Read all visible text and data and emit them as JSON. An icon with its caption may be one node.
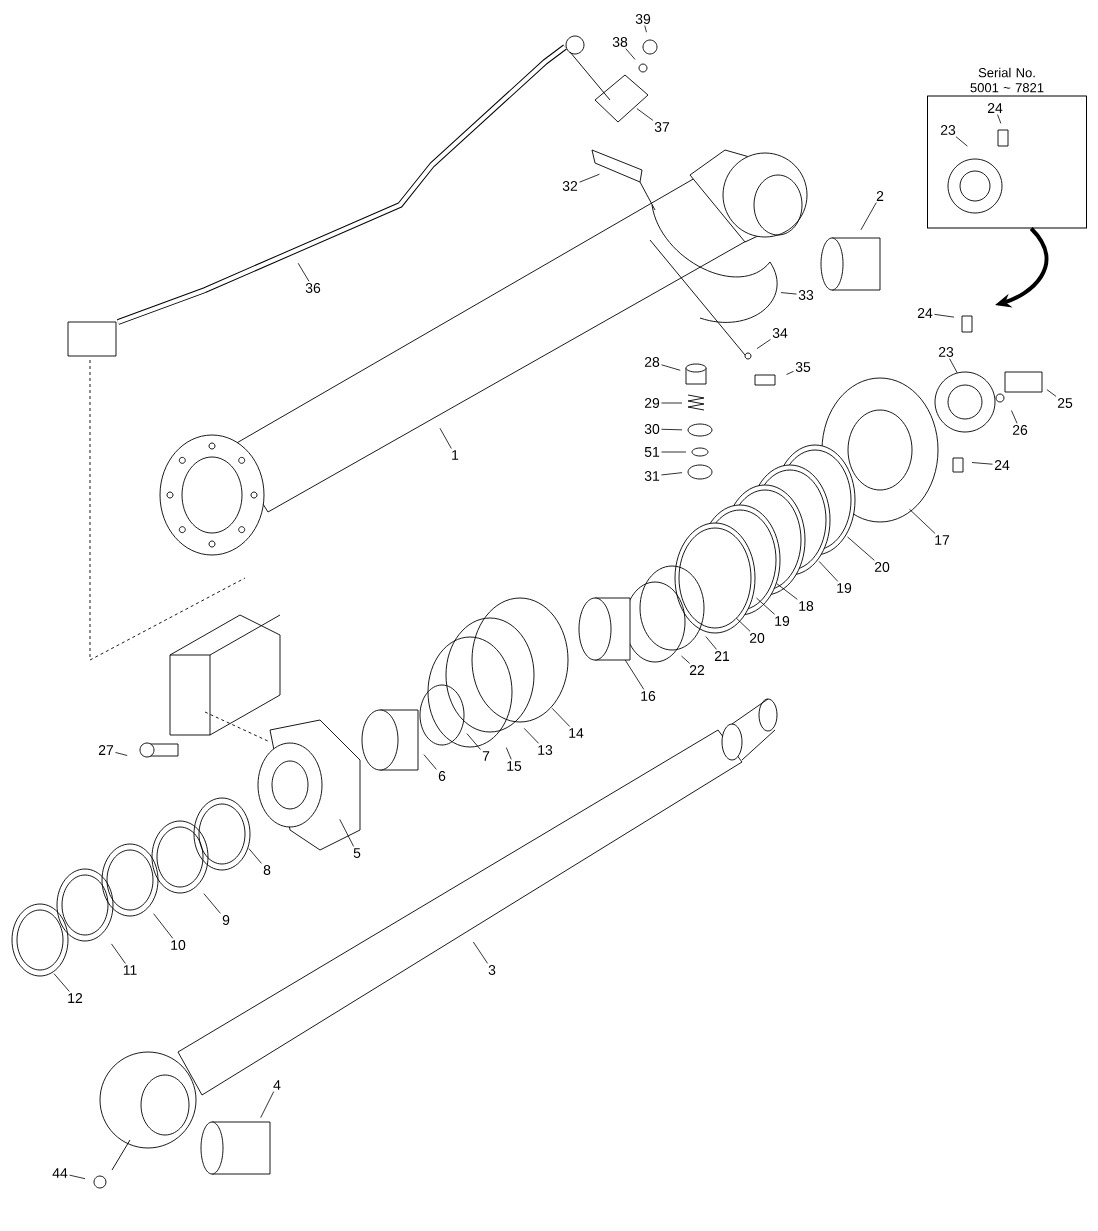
{
  "diagram": {
    "nodes": [
      {
        "text": [
          "Serial No. 5001 ~ 7821"
        ]
      },
      {
        "text": [
          "24"
        ],
        "in": 0
      },
      {
        "text": [
          "23"
        ],
        "in": 0
      },
      {
        "text": [
          "39"
        ]
      },
      {
        "text": [
          "38"
        ]
      },
      {
        "text": [
          "37"
        ]
      },
      {
        "text": [
          "32"
        ]
      },
      {
        "text": [
          "2"
        ]
      },
      {
        "text": [
          "36"
        ]
      },
      {
        "text": [
          "33"
        ]
      },
      {
        "text": [
          "24"
        ]
      },
      {
        "text": [
          "34"
        ]
      },
      {
        "text": [
          "23"
        ]
      },
      {
        "text": [
          "28"
        ]
      },
      {
        "text": [
          "35"
        ]
      },
      {
        "text": [
          "29"
        ]
      },
      {
        "text": [
          "25"
        ]
      },
      {
        "text": [
          "30"
        ]
      },
      {
        "text": [
          "26"
        ]
      },
      {
        "text": [
          "51"
        ]
      },
      {
        "text": [
          "1"
        ]
      },
      {
        "text": [
          "24"
        ]
      },
      {
        "text": [
          "31"
        ]
      },
      {
        "text": [
          "17"
        ]
      },
      {
        "text": [
          "20"
        ]
      },
      {
        "text": [
          "19"
        ]
      },
      {
        "text": [
          "18"
        ]
      },
      {
        "text": [
          "19"
        ]
      },
      {
        "text": [
          "20"
        ]
      },
      {
        "text": [
          "21"
        ]
      },
      {
        "text": [
          "22"
        ]
      },
      {
        "text": [
          "16"
        ]
      },
      {
        "text": [
          "14"
        ]
      },
      {
        "text": [
          "13"
        ]
      },
      {
        "text": [
          "27"
        ]
      },
      {
        "text": [
          "6"
        ]
      },
      {
        "text": [
          "7"
        ]
      },
      {
        "text": [
          "15"
        ]
      },
      {
        "text": [
          "5"
        ]
      },
      {
        "text": [
          "8"
        ]
      },
      {
        "text": [
          "9"
        ]
      },
      {
        "text": [
          "10"
        ]
      },
      {
        "text": [
          "3"
        ]
      },
      {
        "text": [
          "11"
        ]
      },
      {
        "text": [
          "12"
        ]
      },
      {
        "text": [
          "4"
        ]
      },
      {
        "text": [
          "44"
        ]
      }
    ],
    "edges": [
      {
        "from": 0,
        "to": null,
        "arrow": "to",
        "style": "thick"
      },
      {
        "from": 1,
        "to": null,
        "arrow": "none"
      },
      {
        "from": 2,
        "to": null,
        "arrow": "none"
      },
      {
        "from": 3,
        "to": null,
        "arrow": "none"
      },
      {
        "from": 4,
        "to": null,
        "arrow": "none"
      },
      {
        "from": 5,
        "to": null,
        "arrow": "none"
      },
      {
        "from": 6,
        "to": null,
        "arrow": "none"
      },
      {
        "from": 7,
        "to": null,
        "arrow": "none"
      },
      {
        "from": 8,
        "to": null,
        "arrow": "none"
      },
      {
        "from": 9,
        "to": null,
        "arrow": "none"
      },
      {
        "from": 10,
        "to": null,
        "arrow": "none"
      },
      {
        "from": 11,
        "to": null,
        "arrow": "none"
      },
      {
        "from": 12,
        "to": null,
        "arrow": "none"
      },
      {
        "from": 13,
        "to": null,
        "arrow": "none"
      },
      {
        "from": 14,
        "to": null,
        "arrow": "none"
      },
      {
        "from": 15,
        "to": null,
        "arrow": "none"
      },
      {
        "from": 16,
        "to": null,
        "arrow": "none"
      },
      {
        "from": 17,
        "to": null,
        "arrow": "none"
      },
      {
        "from": 18,
        "to": null,
        "arrow": "none"
      },
      {
        "from": 19,
        "to": null,
        "arrow": "none"
      },
      {
        "from": 20,
        "to": null,
        "arrow": "none"
      },
      {
        "from": 21,
        "to": null,
        "arrow": "none"
      },
      {
        "from": 22,
        "to": null,
        "arrow": "none"
      },
      {
        "from": 23,
        "to": null,
        "arrow": "none"
      },
      {
        "from": 24,
        "to": null,
        "arrow": "none"
      },
      {
        "from": 25,
        "to": null,
        "arrow": "none"
      },
      {
        "from": 26,
        "to": null,
        "arrow": "none"
      },
      {
        "from": 27,
        "to": null,
        "arrow": "none"
      },
      {
        "from": 28,
        "to": null,
        "arrow": "none"
      },
      {
        "from": 29,
        "to": null,
        "arrow": "none"
      },
      {
        "from": 30,
        "to": null,
        "arrow": "none"
      },
      {
        "from": 31,
        "to": null,
        "arrow": "none"
      },
      {
        "from": 32,
        "to": null,
        "arrow": "none"
      },
      {
        "from": 33,
        "to": null,
        "arrow": "none"
      },
      {
        "from": 34,
        "to": null,
        "arrow": "none"
      },
      {
        "from": 35,
        "to": null,
        "arrow": "none"
      },
      {
        "from": 36,
        "to": null,
        "arrow": "none"
      },
      {
        "from": 37,
        "to": null,
        "arrow": "none"
      },
      {
        "from": 38,
        "to": null,
        "arrow": "none"
      },
      {
        "from": 39,
        "to": null,
        "arrow": "none"
      },
      {
        "from": 40,
        "to": null,
        "arrow": "none"
      },
      {
        "from": 41,
        "to": null,
        "arrow": "none"
      },
      {
        "from": 42,
        "to": null,
        "arrow": "none"
      },
      {
        "from": 43,
        "to": null,
        "arrow": "none"
      },
      {
        "from": 44,
        "to": null,
        "arrow": "none"
      },
      {
        "from": 45,
        "to": null,
        "arrow": "none"
      },
      {
        "from": 46,
        "to": null,
        "arrow": "none"
      }
    ]
  }
}
